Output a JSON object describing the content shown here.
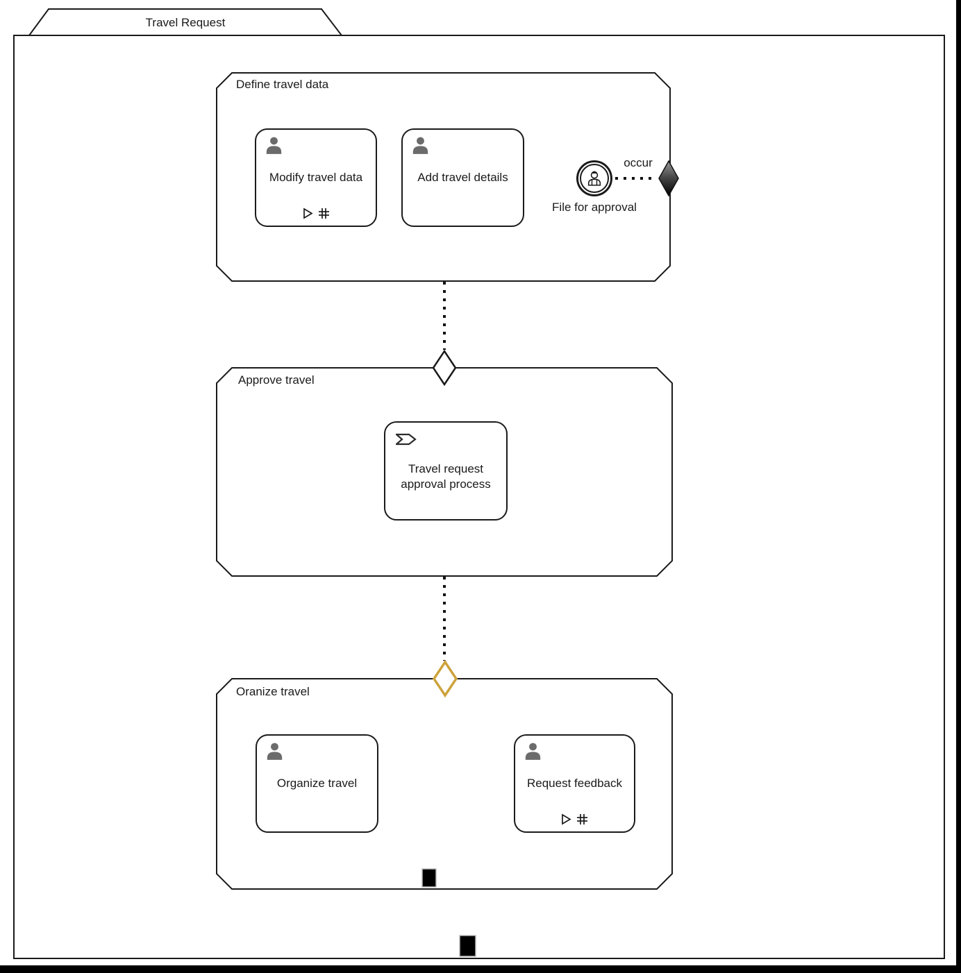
{
  "case": {
    "title": "Travel Request"
  },
  "stages": [
    {
      "label": "Define travel data",
      "tasks": [
        {
          "label": "Modify travel data",
          "type": "human",
          "markers": [
            "manual-activation",
            "repetition"
          ]
        },
        {
          "label": "Add travel details",
          "type": "human",
          "markers": []
        }
      ],
      "event_listener": {
        "label": "File for approval",
        "connector_label": "occur"
      },
      "exit_criterion": {
        "shape": "filled-diamond"
      }
    },
    {
      "label": "Approve travel",
      "entry_criterion": {
        "shape": "diamond",
        "color": "#ffffff"
      },
      "tasks": [
        {
          "label_lines": [
            "Travel request",
            "approval process"
          ],
          "type": "process",
          "markers": []
        }
      ]
    },
    {
      "label": "Oranize travel",
      "entry_criterion": {
        "shape": "diamond",
        "color": "#CDA23C"
      },
      "tasks": [
        {
          "label": "Organize travel",
          "type": "human",
          "markers": []
        },
        {
          "label": "Request feedback",
          "type": "human",
          "markers": [
            "manual-activation",
            "repetition"
          ]
        }
      ],
      "exit_criterion": {
        "shape": "filled-rectangle"
      }
    }
  ],
  "case_exit_criterion": {
    "shape": "filled-rectangle"
  },
  "colors": {
    "stroke": "#1a1a1a",
    "highlight_gold": "#CDA23C",
    "person_gray": "#6b6b6b"
  }
}
